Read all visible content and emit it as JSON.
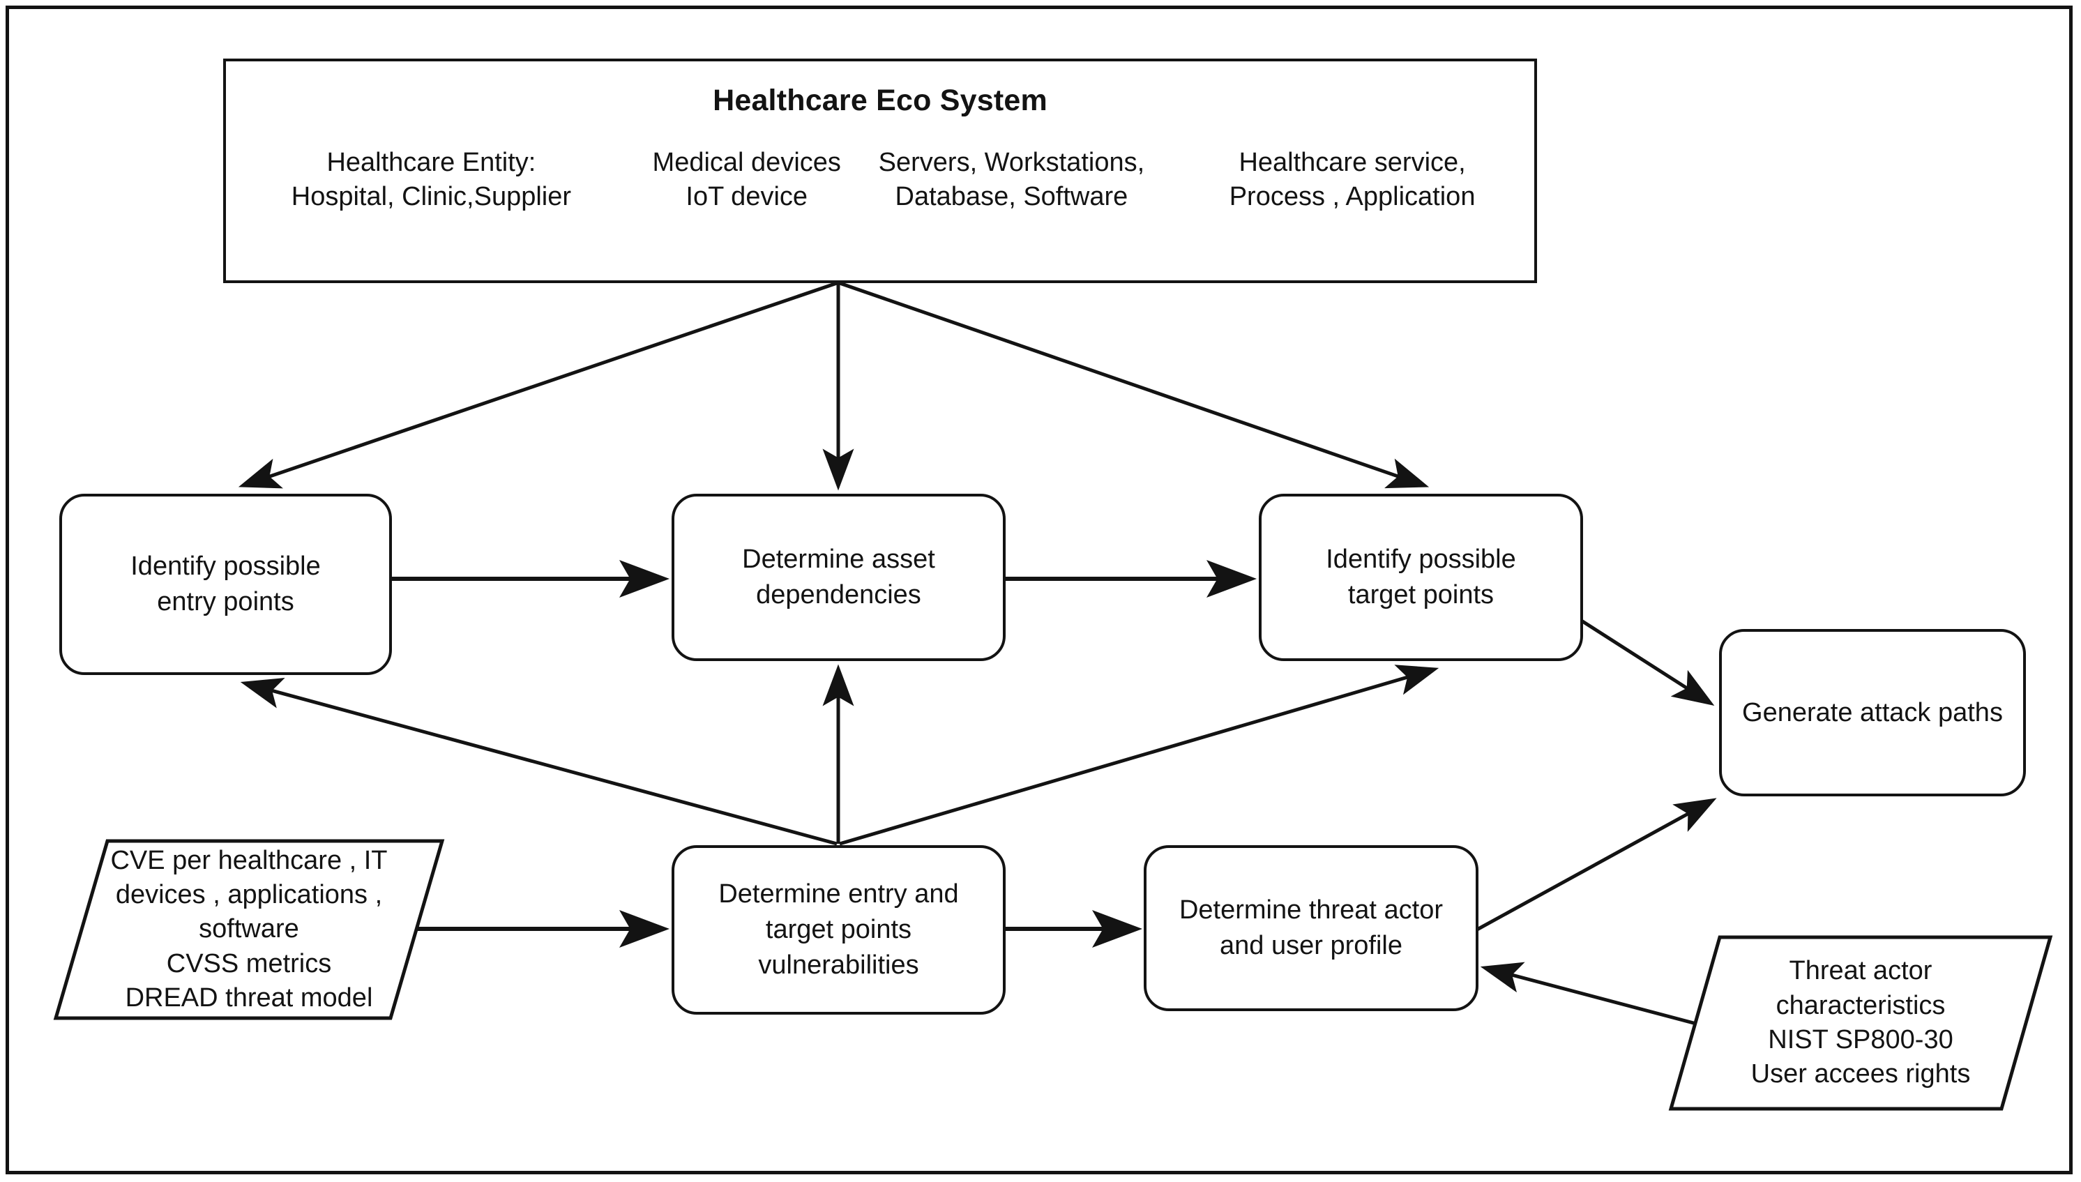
{
  "diagram": {
    "title_node": {
      "heading": "Healthcare Eco System",
      "columns": [
        "Healthcare Entity:\nHospital, Clinic,Supplier",
        "Medical devices\nIoT device",
        "Servers, Workstations,\nDatabase, Software",
        "Healthcare service,\nProcess , Application"
      ]
    },
    "nodes": {
      "entry_points": "Identify possible\nentry points",
      "asset_dependencies": "Determine asset\ndependencies",
      "target_points": "Identify possible\ntarget points",
      "attack_paths": "Generate attack paths",
      "vulnerabilities": "Determine  entry and\ntarget points\nvulnerabilities",
      "threat_actor": "Determine  threat actor\nand user profile"
    },
    "data_stores": {
      "cve_inputs": "CVE per healthcare , IT\ndevices , applications ,\nsoftware\nCVSS metrics\nDREAD threat model",
      "threat_inputs": "Threat actor\ncharacteristics\nNIST SP800-30\nUser accees rights"
    },
    "colors": {
      "stroke": "#131313",
      "fill": "#ffffff"
    }
  }
}
